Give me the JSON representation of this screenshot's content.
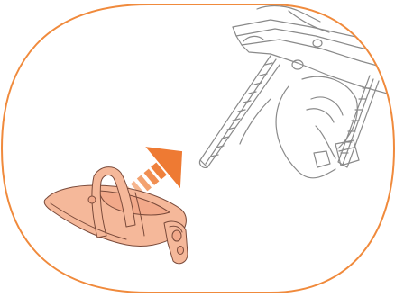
{
  "figure": {
    "frame_color": "#F08A3C",
    "arrow_color": "#EE7A33",
    "part_fill": "#F5B89A",
    "part_stroke": "#7A4A3A",
    "linework_color": "#8A8A8A",
    "icons": [
      "rounded-frame",
      "insert-arrow",
      "foot-strap-part",
      "machine-linework"
    ]
  }
}
